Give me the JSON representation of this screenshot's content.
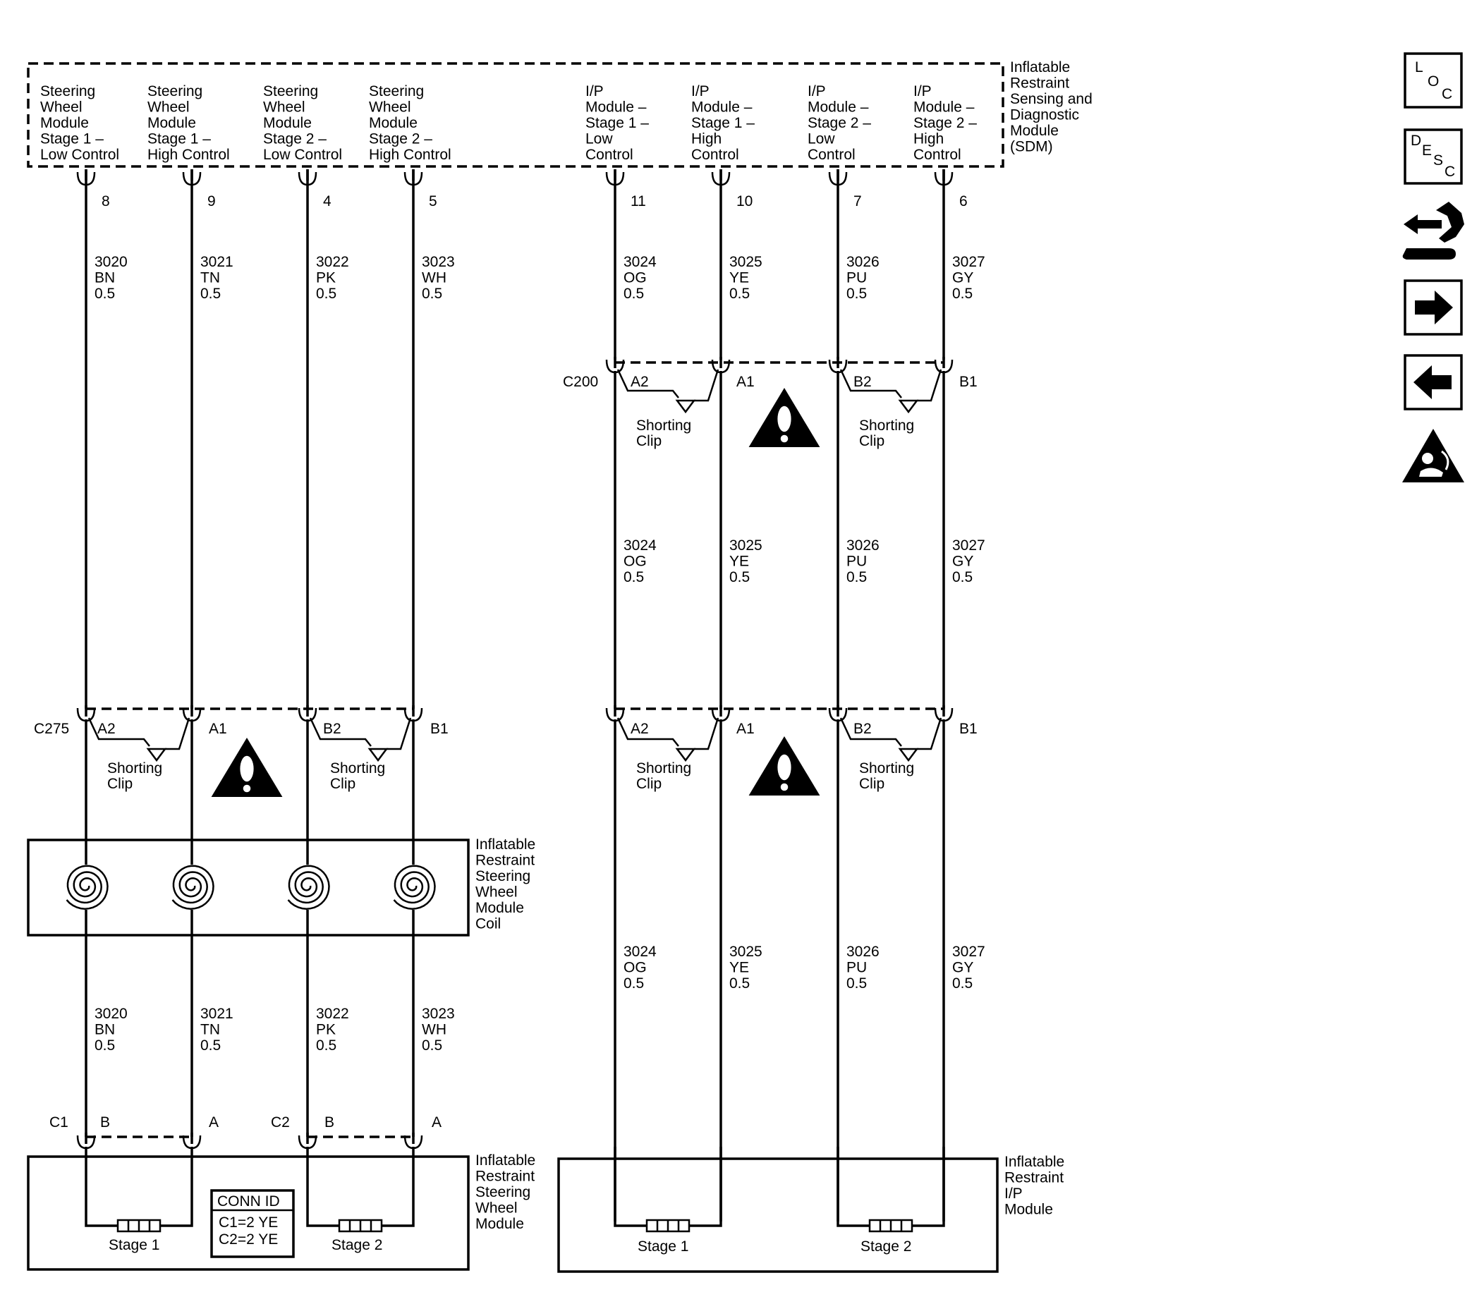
{
  "sdm": {
    "title": [
      "Inflatable",
      "Restraint",
      "Sensing and",
      "Diagnostic",
      "Module",
      "(SDM)"
    ],
    "circuits": [
      {
        "label": [
          "Steering",
          "Wheel",
          "Module",
          "Stage 1 –",
          "Low Control"
        ],
        "pin": "8"
      },
      {
        "label": [
          "Steering",
          "Wheel",
          "Module",
          "Stage 1 –",
          "High Control"
        ],
        "pin": "9"
      },
      {
        "label": [
          "Steering",
          "Wheel",
          "Module",
          "Stage 2 –",
          "Low Control"
        ],
        "pin": "4"
      },
      {
        "label": [
          "Steering",
          "Wheel",
          "Module",
          "Stage 2 –",
          "High Control"
        ],
        "pin": "5"
      },
      {
        "label": [
          "I/P",
          "Module –",
          "Stage 1 –",
          "Low",
          "Control"
        ],
        "pin": "11"
      },
      {
        "label": [
          "I/P",
          "Module –",
          "Stage 1 –",
          "High",
          "Control"
        ],
        "pin": "10"
      },
      {
        "label": [
          "I/P",
          "Module –",
          "Stage 2 –",
          "Low",
          "Control"
        ],
        "pin": "7"
      },
      {
        "label": [
          "I/P",
          "Module –",
          "Stage 2 –",
          "High",
          "Control"
        ],
        "pin": "6"
      }
    ]
  },
  "wire_labels": {
    "w1": [
      "3020",
      "BN",
      "0.5"
    ],
    "w2": [
      "3021",
      "TN",
      "0.5"
    ],
    "w3": [
      "3022",
      "PK",
      "0.5"
    ],
    "w4": [
      "3023",
      "WH",
      "0.5"
    ],
    "w5": [
      "3024",
      "OG",
      "0.5"
    ],
    "w6": [
      "3025",
      "YE",
      "0.5"
    ],
    "w7": [
      "3026",
      "PU",
      "0.5"
    ],
    "w8": [
      "3027",
      "GY",
      "0.5"
    ]
  },
  "connectors": {
    "c200": {
      "name": "C200",
      "pins": [
        "A2",
        "A1",
        "B2",
        "B1"
      ]
    },
    "c275": {
      "name": "C275",
      "pins": [
        "A2",
        "A1",
        "B2",
        "B1"
      ]
    },
    "ip_inline": {
      "pins": [
        "A2",
        "A1",
        "B2",
        "B1"
      ]
    },
    "c1": {
      "name": "C1",
      "pins": [
        "B",
        "A"
      ]
    },
    "c2": {
      "name": "C2",
      "pins": [
        "B",
        "A"
      ]
    }
  },
  "shorting_clip": [
    "Shorting",
    "Clip"
  ],
  "coil": {
    "title": [
      "Inflatable",
      "Restraint",
      "Steering",
      "Wheel",
      "Module",
      "Coil"
    ]
  },
  "steering_module": {
    "title": [
      "Inflatable",
      "Restraint",
      "Steering",
      "Wheel",
      "Module"
    ],
    "stage1": "Stage 1",
    "stage2": "Stage 2",
    "conn_id": {
      "header": "CONN ID",
      "line1": "C1=2 YE",
      "line2": "C2=2 YE"
    }
  },
  "ip_module": {
    "title": [
      "Inflatable",
      "Restraint",
      "I/P",
      "Module"
    ],
    "stage1": "Stage 1",
    "stage2": "Stage 2"
  },
  "nav": {
    "loc": [
      "L",
      "O",
      "C"
    ],
    "desc": [
      "D",
      "E",
      "S",
      "C"
    ],
    "icons": [
      "loc-icon",
      "desc-icon",
      "connector-repair-icon",
      "next-arrow-icon",
      "previous-arrow-icon",
      "airbag-warning-icon"
    ]
  }
}
